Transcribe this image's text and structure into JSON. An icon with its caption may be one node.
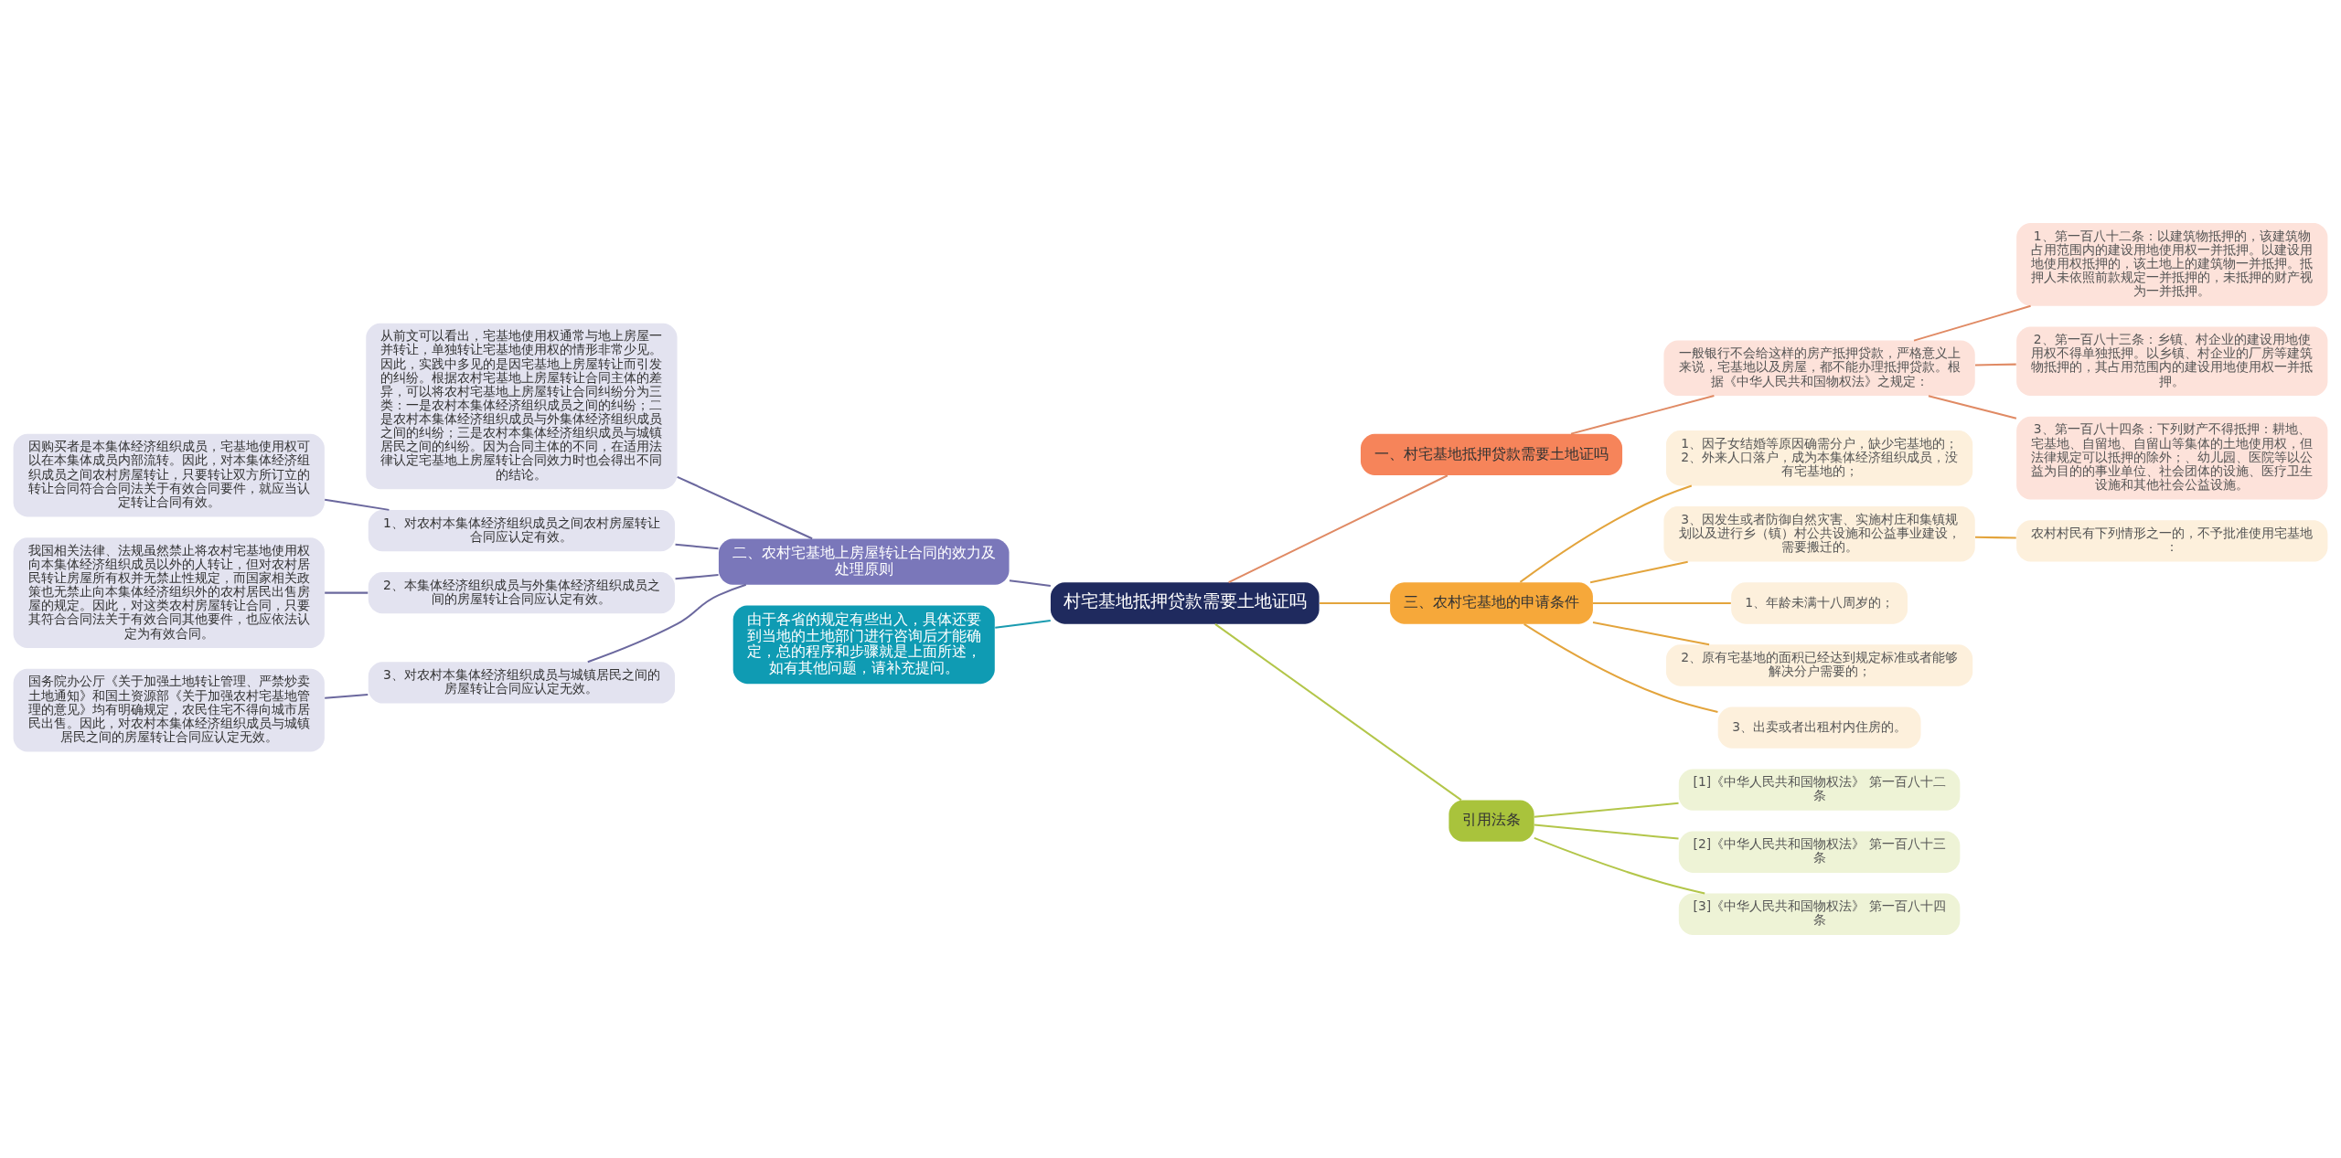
{
  "diagram": {
    "nodes": [
      {
        "text": [
          "村宅基地抵押贷款需要土地证吗"
        ]
      },
      {
        "text": [
          "二、农村宅基地上房屋转让合同的效力及处理原则"
        ]
      },
      {
        "text": [
          "从前文可以看出，宅基地使用权通常与地上房屋一并转让，单独转让宅基地使用权的情形非常少见。因此，实践中多见的是因宅基地上房屋转让而引发的纠纷。根据农村宅基地上房屋转让合同主体的差异，可以将农村宅基地上房屋转让合同纠纷分为三类：一是农村本集体经济组织成员之间的纠纷；二是农村本集体经济组织成员与外集体经济组织成员之间的纠纷；三是农村本集体经济组织成员与城镇居民之间的纠纷。因为合同主体的不同，在适用法律认定宅基地上房屋转让合同效力时也会得出不同的结论。"
        ]
      },
      {
        "text": [
          "1、对农村本集体经济组织成员之间农村房屋转让合同应认定有效。"
        ]
      },
      {
        "text": [
          "因购买者是本集体经济组织成员，宅基地使用权可以在本集体成员内部流转。因此，对本集体经济组织成员之间农村房屋转让，只要转让双方所订立的转让合同符合合同法关于有效合同要件，就应当认定转让合同有效。"
        ]
      },
      {
        "text": [
          "2、本集体经济组织成员与外集体经济组织成员之间的房屋转让合同应认定有效。"
        ]
      },
      {
        "text": [
          "我国相关法律、法规虽然禁止将农村宅基地使用权向本集体经济组织成员以外的人转让，但对农村居民转让房屋所有权并无禁止性规定，而国家相关政策也无禁止向本集体经济组织外的农村居民出售房屋的规定。因此，对这类农村房屋转让合同，只要其符合合同法关于有效合同其他要件，也应依法认定为有效合同。"
        ]
      },
      {
        "text": [
          "3、对农村本集体经济组织成员与城镇居民之间的房屋转让合同应认定无效。"
        ]
      },
      {
        "text": [
          "国务院办公厅《关于加强土地转让管理、严禁炒卖土地通知》和国土资源部《关于加强农村宅基地管理的意见》均有明确规定，农民住宅不得向城市居民出售。因此，对农村本集体经济组织成员与城镇居民之间的房屋转让合同应认定无效。"
        ]
      },
      {
        "text": [
          "由于各省的规定有些出入，具体还要到当地的土地部门进行咨询后才能确定，总的程序和步骤就是上面所述，如有其他问题，请补充提问。"
        ]
      },
      {
        "text": [
          "一、村宅基地抵押贷款需要土地证吗"
        ]
      },
      {
        "text": [
          "一般银行不会给这样的房产抵押贷款，严格意义上来说，宅基地以及房屋，都不能办理抵押贷款。根据《中华人民共和国物权法》之规定："
        ]
      },
      {
        "text": [
          "1、第一百八十二条：以建筑物抵押的，该建筑物占用范围内的建设用地使用权一并抵押。以建设用地使用权抵押的，该土地上的建筑物一并抵押。抵押人未依照前款规定一并抵押的，未抵押的财产视为一并抵押。"
        ]
      },
      {
        "text": [
          "2、第一百八十三条：乡镇、村企业的建设用地使用权不得单独抵押。以乡镇、村企业的厂房等建筑物抵押的，其占用范围内的建设用地使用权一并抵押。"
        ]
      },
      {
        "text": [
          "3、第一百八十四条：下列财产不得抵押：耕地、宅基地、自留地、自留山等集体的土地使用权，但法律规定可以抵押的除外；、幼儿园、医院等以公益为目的的事业单位、社会团体的设施、医疗卫生设施和其他社会公益设施。"
        ]
      },
      {
        "text": [
          "三、农村宅基地的申请条件"
        ]
      },
      {
        "text": [
          "1、因子女结婚等原因确需分户，缺少宅基地的；2、外来人口落户，成为本集体经济组织成员，没有宅基地的；"
        ]
      },
      {
        "text": [
          "3、因发生或者防御自然灾害、实施村庄和集镇规划以及进行乡（镇）村公共设施和公益事业建设，需要搬迁的。"
        ]
      },
      {
        "text": [
          "农村村民有下列情形之一的，不予批准使用宅基地："
        ]
      },
      {
        "text": [
          "1、年龄未满十八周岁的；"
        ]
      },
      {
        "text": [
          "2、原有宅基地的面积已经达到规定标准或者能够解决分户需要的；"
        ]
      },
      {
        "text": [
          "3、出卖或者出租村内住房的。"
        ]
      },
      {
        "text": [
          "引用法条"
        ]
      },
      {
        "text": [
          "[1]《中华人民共和国物权法》 第一百八十二条"
        ]
      },
      {
        "text": [
          "[2]《中华人民共和国物权法》 第一百八十三条"
        ]
      },
      {
        "text": [
          "[3]《中华人民共和国物权法》 第一百八十四条"
        ]
      }
    ],
    "edges": [
      {
        "from": 0,
        "to": 1,
        "arrow": "none"
      },
      {
        "from": 1,
        "to": 2,
        "arrow": "none"
      },
      {
        "from": 1,
        "to": 3,
        "arrow": "none"
      },
      {
        "from": 3,
        "to": 4,
        "arrow": "none"
      },
      {
        "from": 1,
        "to": 5,
        "arrow": "none"
      },
      {
        "from": 5,
        "to": 6,
        "arrow": "none"
      },
      {
        "from": 1,
        "to": 7,
        "arrow": "none"
      },
      {
        "from": 7,
        "to": 8,
        "arrow": "none"
      },
      {
        "from": 0,
        "to": 9,
        "arrow": "none",
        "color": "#1a9bb0"
      },
      {
        "from": 0,
        "to": 10,
        "arrow": "none",
        "color": "#e08a64"
      },
      {
        "from": 10,
        "to": 11,
        "arrow": "none",
        "color": "#e08a64"
      },
      {
        "from": 11,
        "to": 12,
        "arrow": "none",
        "color": "#e08a64"
      },
      {
        "from": 11,
        "to": 13,
        "arrow": "none",
        "color": "#e08a64"
      },
      {
        "from": 11,
        "to": 14,
        "arrow": "none",
        "color": "#e08a64"
      },
      {
        "from": 0,
        "to": 15,
        "arrow": "none",
        "color": "#e3a43c"
      },
      {
        "from": 15,
        "to": 16,
        "arrow": "none",
        "color": "#e3a43c"
      },
      {
        "from": 15,
        "to": 17,
        "arrow": "none",
        "color": "#e3a43c"
      },
      {
        "from": 17,
        "to": 18,
        "arrow": "none",
        "color": "#e3a43c"
      },
      {
        "from": 15,
        "to": 19,
        "arrow": "none",
        "color": "#e3a43c"
      },
      {
        "from": 15,
        "to": 20,
        "arrow": "none",
        "color": "#e3a43c"
      },
      {
        "from": 15,
        "to": 21,
        "arrow": "none",
        "color": "#e3a43c"
      },
      {
        "from": 0,
        "to": 22,
        "arrow": "none",
        "color": "#b3c64a"
      },
      {
        "from": 22,
        "to": 23,
        "arrow": "none",
        "color": "#b3c64a"
      },
      {
        "from": 22,
        "to": 24,
        "arrow": "none",
        "color": "#b3c64a"
      },
      {
        "from": 22,
        "to": 25,
        "arrow": "none",
        "color": "#b3c64a"
      }
    ]
  }
}
